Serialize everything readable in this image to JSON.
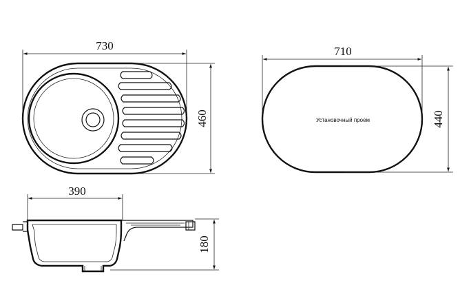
{
  "sink_top_view": {
    "width_label": "730",
    "height_label": "460"
  },
  "cutout_view": {
    "width_label": "710",
    "height_label": "440",
    "caption": "Установочный проем"
  },
  "side_section": {
    "bowl_width_label": "390",
    "depth_label": "180"
  }
}
